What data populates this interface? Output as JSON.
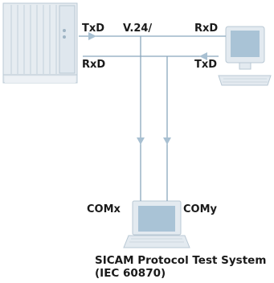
{
  "labels": {
    "txd_left": "TxD",
    "rxd_left": "RxD",
    "interface": "V.24/",
    "rxd_right": "RxD",
    "txd_right": "TxD",
    "com_x": "COMx",
    "com_y": "COMy"
  },
  "caption": {
    "line1": "SICAM Protocol Test System",
    "line2": "(IEC 60870)"
  },
  "colors": {
    "line": "#8aa7bd",
    "arrow": "#a8c0d2",
    "device_fill": "#e8eef3",
    "device_stroke": "#b9c8d4",
    "screen": "#a9c3d6"
  }
}
